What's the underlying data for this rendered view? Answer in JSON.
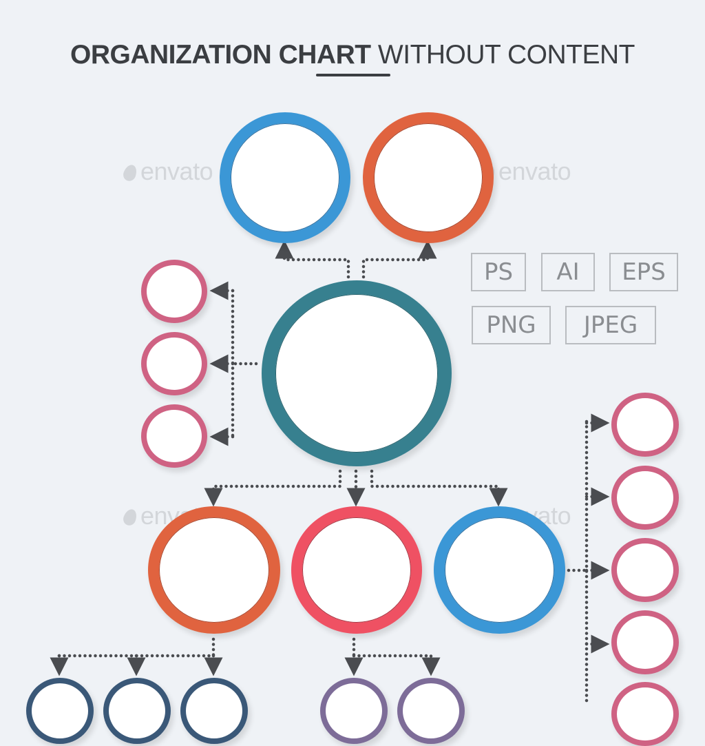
{
  "title": {
    "bold": "ORGANIZATION CHART",
    "light": "WITHOUT CONTENT"
  },
  "watermark": "envato",
  "formats": [
    "PS",
    "AI",
    "EPS",
    "PNG",
    "JPEG"
  ],
  "colors": {
    "background": "#eff2f6",
    "text": "#3b3e42",
    "blue": "#3b97d6",
    "orange": "#e0633f",
    "teal": "#37808f",
    "pink": "#cf6283",
    "red": "#ef5163",
    "navy": "#3a5878",
    "purple": "#7d6c98",
    "connector": "#4a4c50"
  },
  "nodes": {
    "top": [
      {
        "id": "top-left",
        "color": "blue"
      },
      {
        "id": "top-right",
        "color": "orange"
      }
    ],
    "center": {
      "id": "center",
      "color": "teal"
    },
    "left_children": [
      {
        "id": "left-1",
        "color": "pink"
      },
      {
        "id": "left-2",
        "color": "pink"
      },
      {
        "id": "left-3",
        "color": "pink"
      }
    ],
    "second_level": [
      {
        "id": "mid-left",
        "color": "orange"
      },
      {
        "id": "mid-center",
        "color": "red"
      },
      {
        "id": "mid-right",
        "color": "blue"
      }
    ],
    "right_children": [
      {
        "id": "right-1",
        "color": "pink"
      },
      {
        "id": "right-2",
        "color": "pink"
      },
      {
        "id": "right-3",
        "color": "pink"
      },
      {
        "id": "right-4",
        "color": "pink"
      },
      {
        "id": "right-5",
        "color": "pink"
      }
    ],
    "bottom_left_children": [
      {
        "id": "bottom-1",
        "color": "navy"
      },
      {
        "id": "bottom-2",
        "color": "navy"
      },
      {
        "id": "bottom-3",
        "color": "navy"
      }
    ],
    "bottom_center_children": [
      {
        "id": "bottom-4",
        "color": "purple"
      },
      {
        "id": "bottom-5",
        "color": "purple"
      }
    ]
  }
}
